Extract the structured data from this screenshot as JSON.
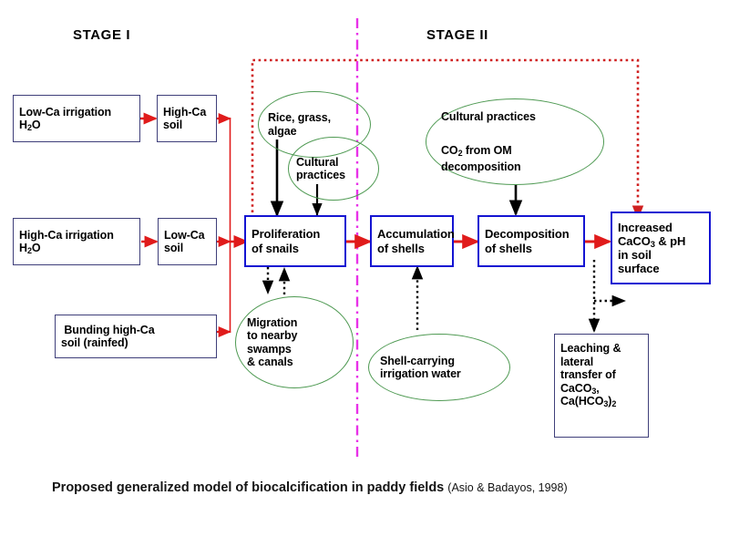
{
  "title": "Proposed generalized model of biocalcification in paddy fields",
  "stages": {
    "left": "STAGE I",
    "right": "STAGE II"
  },
  "caption": {
    "main": "Proposed generalized model of biocalcification in paddy fields",
    "reference": "(Asio & Badayos, 1998)"
  },
  "colors": {
    "main_box_border": "#1414d2",
    "thin_box_border": "#3f3f7a",
    "ellipse_border": "#4f9a53",
    "red_arrow": "#e01b1b",
    "red_dotted": "#d02020",
    "magenta_divider": "#e832e8",
    "black_arrow": "#000000",
    "text": "#000000"
  },
  "stage1_boxes": [
    {
      "id": "low-ca-irrigation",
      "line1": "Low-Ca irrigation",
      "line2": "H",
      "sub2": "2",
      "line3": "O"
    },
    {
      "id": "high-ca-soil",
      "line1": "High-Ca",
      "line2": "soil"
    },
    {
      "id": "high-ca-irrigation",
      "line1": "High-Ca irrigation",
      "line2": "H",
      "sub2": "2",
      "line3": "O"
    },
    {
      "id": "low-ca-soil",
      "line1": "Low-Ca",
      "line2": "soil"
    },
    {
      "id": "bunding",
      "line1": "Bunding high-Ca",
      "line2": "soil (rainfed)"
    }
  ],
  "flow_boxes": [
    {
      "id": "proliferation",
      "line1": "Proliferation",
      "line2": "of snails"
    },
    {
      "id": "accumulation",
      "line1": "Accumulation",
      "line2": "of shells"
    },
    {
      "id": "decomposition",
      "line1": "Decomposition",
      "line2": "of shells"
    },
    {
      "id": "increased-caco3",
      "line1": "Increased",
      "line2": "CaCO",
      "sub2": "3",
      "line2b": " & pH",
      "line3": "in soil",
      "line4": "surface"
    }
  ],
  "leaching_box": {
    "id": "leaching",
    "line1": "Leaching &",
    "line2": "lateral",
    "line3": "transfer of",
    "line4": "CaCO",
    "sub4": "3",
    "line4b": ",",
    "line5a": "Ca(HCO",
    "sub5a": "3",
    "line5b": ")",
    "sub5b": "2"
  },
  "ellipses": [
    {
      "id": "rice-grass-algae",
      "line1": "Rice, grass,",
      "line2": "algae"
    },
    {
      "id": "cultural-practices-1",
      "line1": "Cultural",
      "line2": "practices"
    },
    {
      "id": "cultural-practices-co2",
      "line1": "Cultural practices",
      "line2": "CO",
      "sub2": "2",
      "line2b": " from OM",
      "line3": "decomposition"
    },
    {
      "id": "migration",
      "line1": "Migration",
      "line2": "to nearby",
      "line3": "swamps",
      "line4": "& canals"
    },
    {
      "id": "shell-carrying",
      "line1": "Shell-carrying",
      "line2": "irrigation water"
    }
  ],
  "labels": {
    "low_ca_irrigation": "Low-Ca irrigation H2O",
    "high_ca_soil": "High-Ca soil",
    "high_ca_irrigation": "High-Ca irrigation H2O",
    "low_ca_soil": "Low-Ca soil",
    "bunding": "Bunding high-Ca soil (rainfed)",
    "proliferation": "Proliferation of snails",
    "accumulation": "Accumulation of shells",
    "decomposition": "Decomposition of shells",
    "increased": "Increased CaCO3 & pH in soil surface",
    "leaching": "Leaching & lateral transfer of CaCO3, Ca(HCO3)2",
    "rice": "Rice, grass, algae",
    "cultural1": "Cultural practices",
    "culturalco2": "Cultural practices CO2 from OM decomposition",
    "migration": "Migration to nearby swamps & canals",
    "shell": "Shell-carrying irrigation water"
  }
}
